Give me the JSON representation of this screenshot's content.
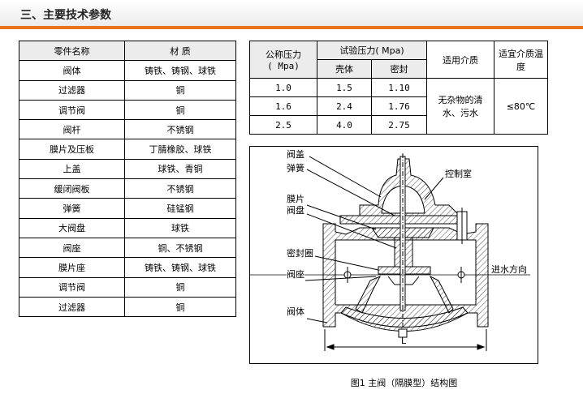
{
  "section_title": "三、主要技术参数",
  "parts_table": {
    "headers": [
      "零件名称",
      "材  质"
    ],
    "rows": [
      [
        "阀体",
        "铸铁、铸钢、球铁"
      ],
      [
        "过滤器",
        "铜"
      ],
      [
        "调节阀",
        "铜"
      ],
      [
        "阀杆",
        "不锈钢"
      ],
      [
        "膜片及压板",
        "丁腈橡胶、球铁"
      ],
      [
        "上盖",
        "球铁、青铜"
      ],
      [
        "缓闭阀板",
        "不锈钢"
      ],
      [
        "弹簧",
        "硅锰钢"
      ],
      [
        "大阀盘",
        "球铁"
      ],
      [
        "阀座",
        "铜、不锈钢"
      ],
      [
        "膜片座",
        "铸铁、铸钢、球铁"
      ],
      [
        "调节阀",
        "铜"
      ],
      [
        "过滤器",
        "铜"
      ]
    ]
  },
  "pressure_table": {
    "h_nominal": "公称压力",
    "h_nominal_unit": "( Mpa)",
    "h_test": "试验压力( Mpa)",
    "h_shell": "壳体",
    "h_seal": "密封",
    "h_medium": "适用介质",
    "h_temp": "适宜介质温度",
    "rows": [
      [
        "1.0",
        "1.5",
        "1.10"
      ],
      [
        "1.6",
        "2.4",
        "1.76"
      ],
      [
        "2.5",
        "4.0",
        "2.75"
      ]
    ],
    "medium": "无杂物的清水、污水",
    "temp": "≤80℃"
  },
  "figure": {
    "labels": {
      "cover": "阀盖",
      "spring": "弹簧",
      "diaphragm": "膜片",
      "disc": "阀盘",
      "seal_ring": "密封圈",
      "seat": "阀座",
      "body": "阀体",
      "control_chamber": "控制室",
      "inlet_direction": "进水方向",
      "length": "L"
    },
    "caption": "图1 主阀（隔膜型）结构图"
  }
}
